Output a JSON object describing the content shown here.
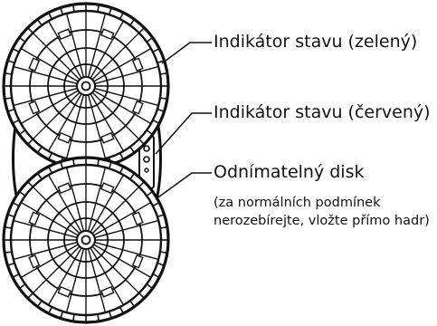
{
  "labels": {
    "status_green": "Indikátor stavu (zelený)",
    "status_red": "Indikátor stavu (červený)",
    "removable_disk": "Odnímatelný disk",
    "removable_note_line1": "(za normálních podmínek",
    "removable_note_line2": "nerozebírejte, vložte přímo hadr)"
  },
  "colors": {
    "line": "#111111",
    "background": "#ffffff"
  },
  "icons": {
    "upper_disk": "mop-disk-icon",
    "lower_disk": "mop-disk-icon",
    "indicator_panel": "status-lights-icon"
  }
}
